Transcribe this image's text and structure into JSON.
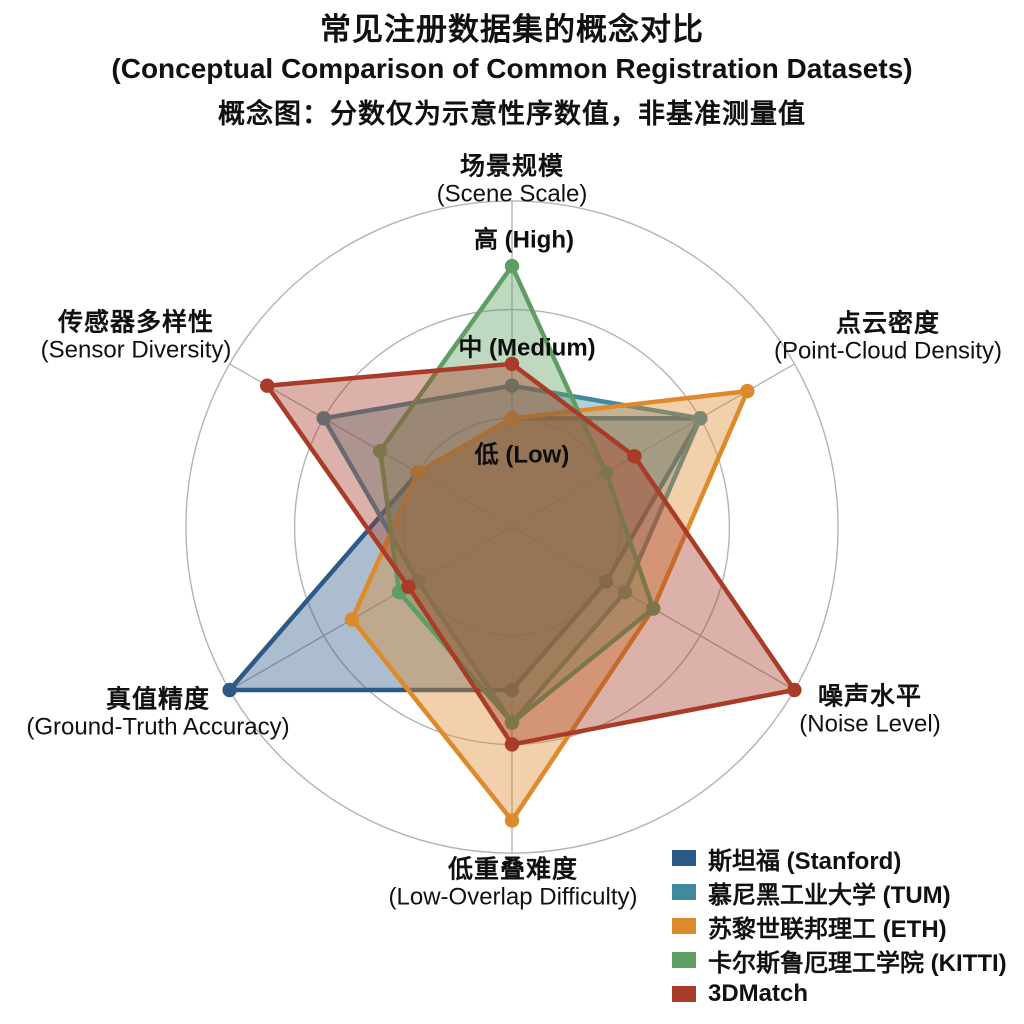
{
  "title": {
    "line1_zh": "常见注册数据集的概念对比",
    "line2_en": "(Conceptual Comparison of Common Registration Datasets)",
    "subtitle_zh": "概念图：分数仅为示意性序数值，非基准测量值"
  },
  "chart_data": {
    "type": "radar",
    "axes_order": "clockwise from top",
    "categories": [
      {
        "zh": "场景规模",
        "en": "(Scene Scale)"
      },
      {
        "zh": "点云密度",
        "en": "(Point-Cloud Density)"
      },
      {
        "zh": "噪声水平",
        "en": "(Noise Level)"
      },
      {
        "zh": "低重叠难度",
        "en": "(Low-Overlap Difficulty)"
      },
      {
        "zh": "真值精度",
        "en": "(Ground-Truth Accuracy)"
      },
      {
        "zh": "传感器多样性",
        "en": "(Sensor Diversity)"
      }
    ],
    "radial_ticks": [
      {
        "value": 1,
        "label": "低 (Low)"
      },
      {
        "value": 2,
        "label": "中 (Medium)"
      },
      {
        "value": 3,
        "label": "高 (High)"
      }
    ],
    "value_range": [
      0,
      3
    ],
    "grid": true,
    "grid_color": "#b3b3b3",
    "legend_position": "lower right",
    "series": [
      {
        "name": "斯坦福 (Stanford)",
        "color": "#2d5986",
        "values": [
          1.0,
          2.0,
          1.0,
          1.5,
          3.0,
          1.0
        ]
      },
      {
        "name": "慕尼黑工业大学 (TUM)",
        "color": "#42889e",
        "values": [
          1.3,
          2.0,
          1.2,
          1.8,
          1.0,
          2.0
        ]
      },
      {
        "name": "苏黎世联邦理工 (ETH)",
        "color": "#dd8a2c",
        "values": [
          1.0,
          2.5,
          1.5,
          2.7,
          1.7,
          1.0
        ]
      },
      {
        "name": "卡尔斯鲁厄理工学院 (KITTI)",
        "color": "#5f9e62",
        "values": [
          2.4,
          1.0,
          1.5,
          1.8,
          1.2,
          1.4
        ]
      },
      {
        "name": "3DMatch",
        "color": "#a83c28",
        "values": [
          1.5,
          1.3,
          3.0,
          2.0,
          1.1,
          2.6
        ]
      }
    ]
  }
}
